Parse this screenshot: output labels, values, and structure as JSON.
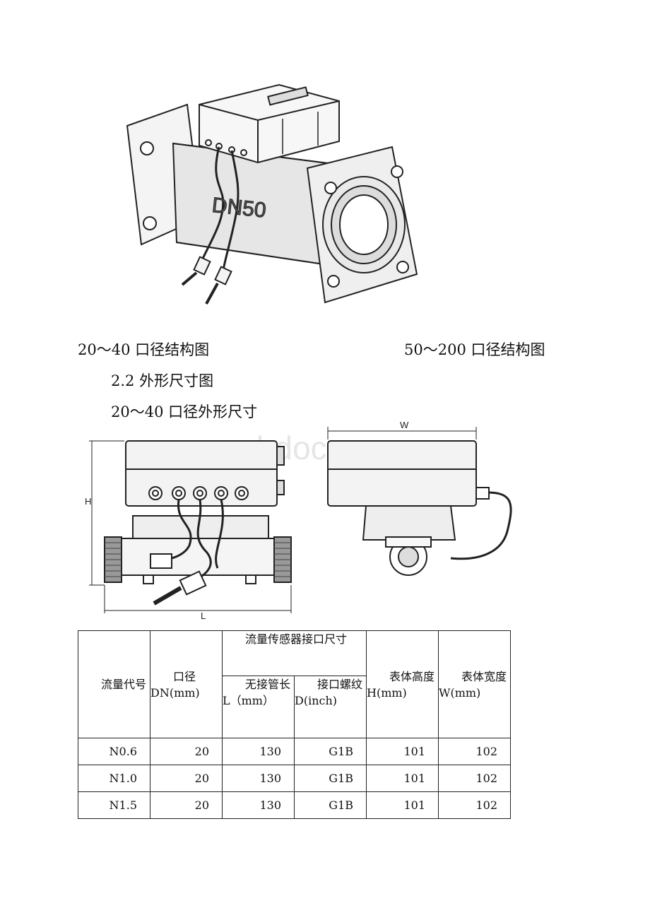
{
  "captions": {
    "left_structure": "20～40 口径结构图",
    "right_structure": "50～200 口径结构图",
    "section_title": "2.2 外形尺寸图",
    "sub_title": "20～40 口径外形尺寸"
  },
  "figure_top": {
    "label": "DN50"
  },
  "figure_dims": {
    "dim_h": "H",
    "dim_l": "L",
    "dim_w": "W",
    "watermark": "www.bdocx.com"
  },
  "table": {
    "headers": {
      "code": "流量代号",
      "diameter": "口径DN(mm)",
      "sensor_group": "流量传感器接口尺寸",
      "pipe_length": "无接管长 L（mm）",
      "thread": "接口螺纹D(inch)",
      "height": "表体高度H(mm)",
      "width": "表体宽度W(mm)"
    },
    "rows": [
      {
        "code": "N0.6",
        "dn": "20",
        "length": "130",
        "thread": "G1B",
        "height": "101",
        "width": "102"
      },
      {
        "code": "N1.0",
        "dn": "20",
        "length": "130",
        "thread": "G1B",
        "height": "101",
        "width": "102"
      },
      {
        "code": "N1.5",
        "dn": "20",
        "length": "130",
        "thread": "G1B",
        "height": "101",
        "width": "102"
      }
    ]
  }
}
